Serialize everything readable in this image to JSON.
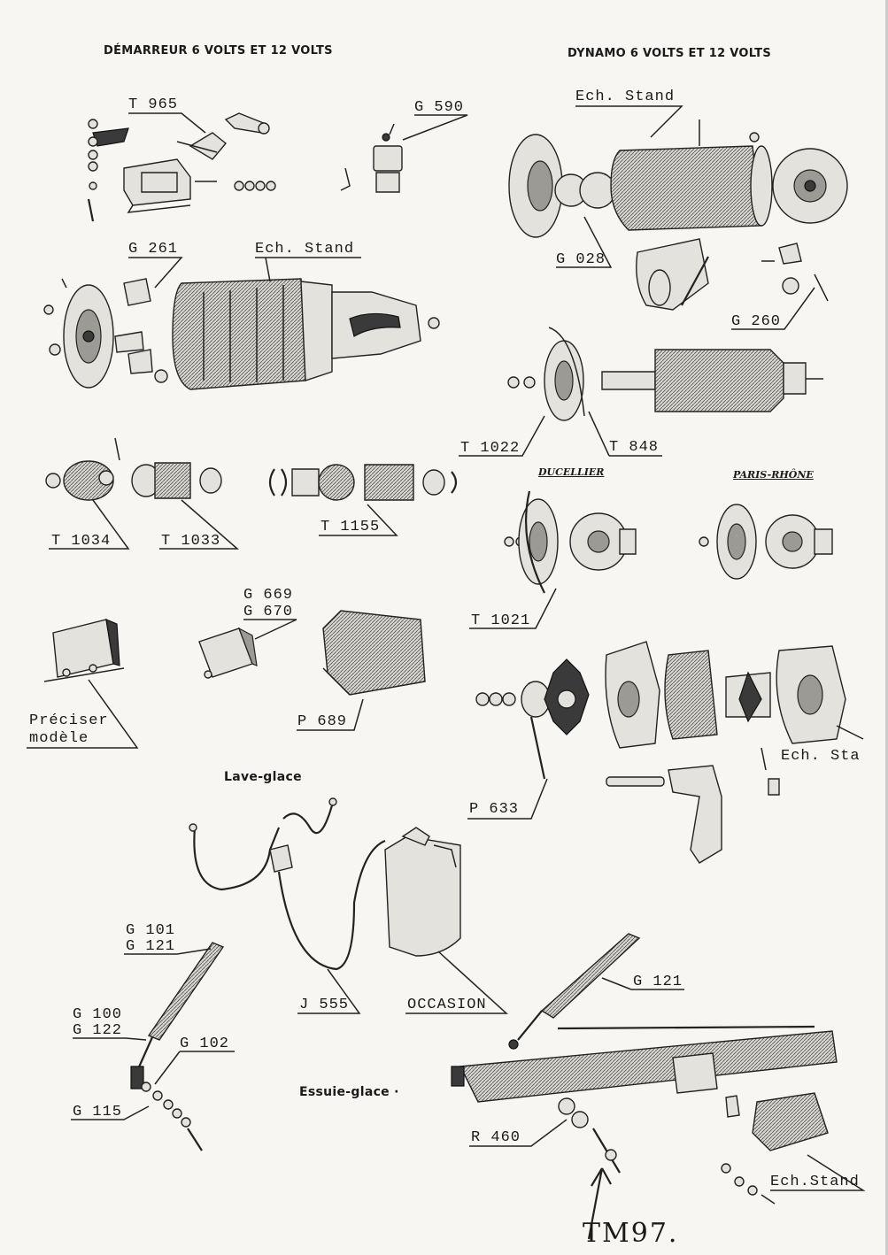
{
  "headings": {
    "starter": "DÉMARREUR 6 VOLTS ET 12 VOLTS",
    "dynamo": "DYNAMO 6 VOLTS ET 12 VOLTS",
    "washer": "Lave-glace",
    "wiper": "Essuie-glace ·"
  },
  "brands": {
    "ducellier": "DUCELLIER",
    "paris_rhone": "PARIS-RHÔNE"
  },
  "labels": {
    "t965": "T 965",
    "g590": "G 590",
    "ech_stand_dynamo": "Ech. Stand",
    "g261": "G 261",
    "ech_stand_starter": "Ech. Stand",
    "g028": "G 028",
    "g260": "G 260",
    "t1022": "T 1022",
    "t848": "T 848",
    "t1034": "T 1034",
    "t1033": "T 1033",
    "t1155": "T 1155",
    "t1021": "T 1021",
    "g669": "G 669",
    "g670": "G 670",
    "preciser_l1": "Préciser",
    "preciser_l2": "modèle",
    "p689": "P 689",
    "ech_stand_alternator": "Ech. Sta",
    "p633": "P 633",
    "g101": "G 101",
    "g121_a": "G 121",
    "g100": "G 100",
    "g122": "G 122",
    "g102": "G 102",
    "g115": "G 115",
    "j555": "J 555",
    "occasion": "OCCASION",
    "g121_b": "G 121",
    "r460": "R 460",
    "ech_stand_motor": "Ech.Stand"
  },
  "handwritten_ref": "TM97."
}
